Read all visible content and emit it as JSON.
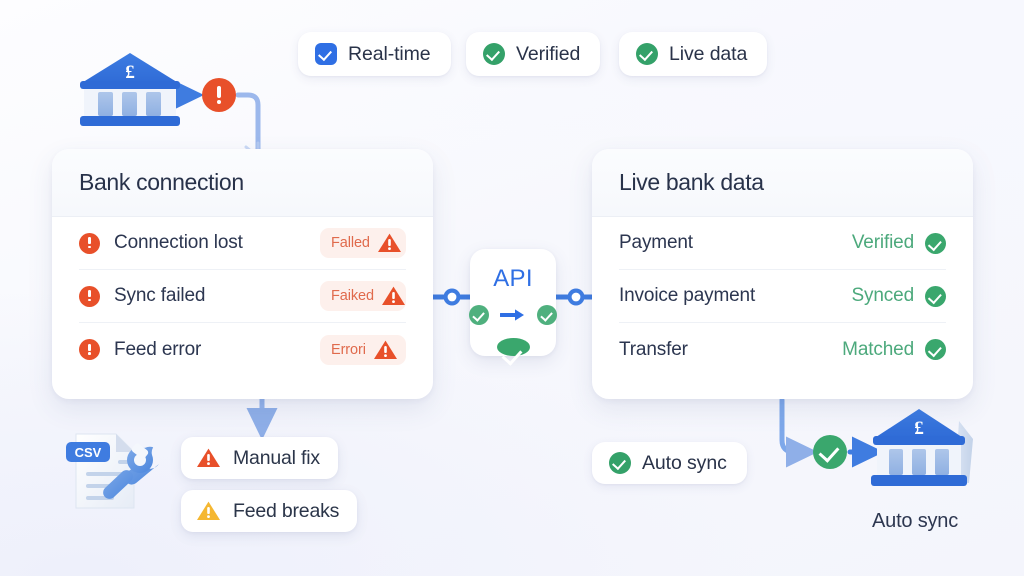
{
  "top_badges": [
    {
      "label": "Real-time",
      "icon": "check-square-icon",
      "icon_style": "blue-square",
      "color": "#2f6fe4"
    },
    {
      "label": "Verified",
      "icon": "check-circle-icon",
      "icon_style": "green-circle",
      "color": "#34a169"
    },
    {
      "label": "Live data",
      "icon": "check-circle-icon",
      "icon_style": "green-circle",
      "color": "#34a169"
    }
  ],
  "left_card": {
    "title": "Bank connection",
    "rows": [
      {
        "label": "Connection lost",
        "badge": "Falled",
        "icon": "error-circle-icon",
        "badge_icon": "warning-triangle-icon"
      },
      {
        "label": "Sync failed",
        "badge": "Faiked",
        "icon": "error-circle-icon",
        "badge_icon": "warning-triangle-icon"
      },
      {
        "label": "Feed error",
        "badge": "Errori",
        "icon": "error-circle-icon",
        "badge_icon": "warning-triangle-icon"
      }
    ]
  },
  "right_card": {
    "title": "Live bank data",
    "rows": [
      {
        "label": "Payment",
        "status": "Verified",
        "icon": "check-circle-icon"
      },
      {
        "label": "Invoice payment",
        "status": "Synced",
        "icon": "check-circle-icon"
      },
      {
        "label": "Transfer",
        "status": "Matched",
        "icon": "check-circle-icon"
      }
    ]
  },
  "api_node": {
    "label": "API",
    "left_icon": "check-circle-icon",
    "arrow_icon": "arrow-right-icon",
    "right_icon": "check-circle-icon",
    "bottom_icon": "check-circle-icon"
  },
  "actions": [
    {
      "label": "Manual fix",
      "icon": "warning-triangle-icon",
      "severity": "error",
      "color": "#e8502a"
    },
    {
      "label": "Feed breaks",
      "icon": "warning-triangle-icon",
      "severity": "warning",
      "color": "#f5b731"
    }
  ],
  "auto_sync_badge": {
    "label": "Auto sync",
    "icon": "check-circle-icon"
  },
  "bank_caption": "Auto sync",
  "glyphs": {
    "top_bank": "bank-building-icon",
    "bottom_bank": "bank-building-icon",
    "currency_symbol": "£",
    "csv_file": "csv-file-icon",
    "csv_label": "CSV",
    "wrench": "wrench-icon",
    "top_error_node": "error-circle-icon",
    "bottom_success_node": "check-circle-icon"
  },
  "colors": {
    "accent_blue": "#2f6fe4",
    "connector_blue": "#7ba3e8",
    "error_red": "#e8502a",
    "success_green": "#3aa76d",
    "warning_amber": "#f5b731",
    "text_dark": "#2a3349",
    "background": "#f7f8fd"
  }
}
